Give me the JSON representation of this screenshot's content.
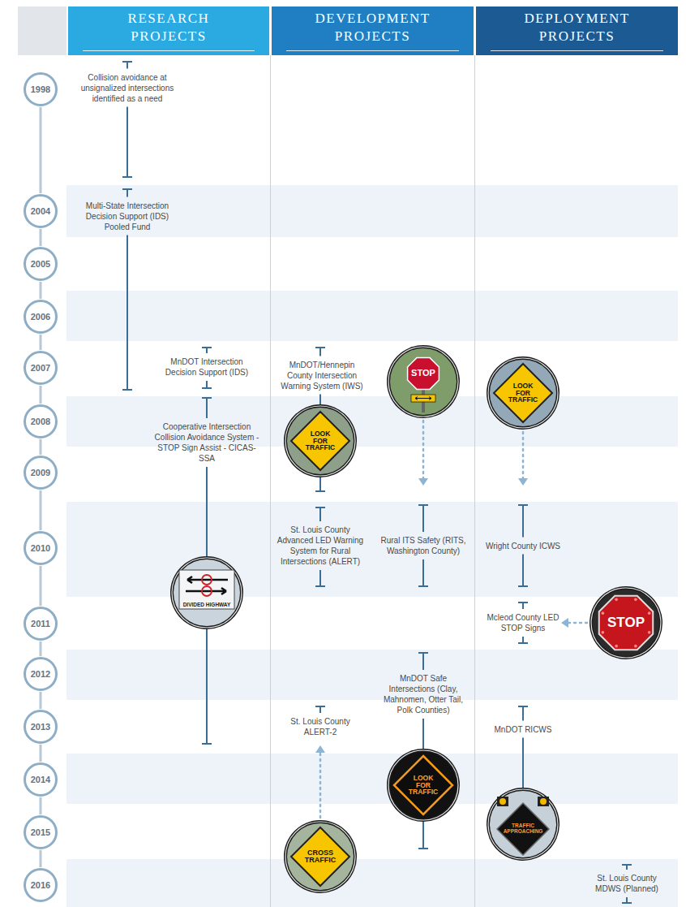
{
  "diagram": {
    "nodes": [
      {
        "text": [
          "RESEARCH PROJECTS"
        ]
      },
      {
        "text": [
          "DEVELOPMENT PROJECTS"
        ]
      },
      {
        "text": [
          "DEPLOYMENT PROJECTS"
        ]
      },
      {
        "text": [
          "1998"
        ]
      },
      {
        "text": [
          "2004"
        ]
      },
      {
        "text": [
          "2005"
        ]
      },
      {
        "text": [
          "2006"
        ]
      },
      {
        "text": [
          "2007"
        ]
      },
      {
        "text": [
          "2008"
        ]
      },
      {
        "text": [
          "2009"
        ]
      },
      {
        "text": [
          "2010"
        ]
      },
      {
        "text": [
          "2011"
        ]
      },
      {
        "text": [
          "2012"
        ]
      },
      {
        "text": [
          "2013"
        ]
      },
      {
        "text": [
          "2014"
        ]
      },
      {
        "text": [
          "2015"
        ]
      },
      {
        "text": [
          "2016"
        ]
      }
    ],
    "edges": [
      {
        "from": 3,
        "to": 4,
        "arrow": "none"
      },
      {
        "from": 4,
        "to": 5,
        "arrow": "none"
      },
      {
        "from": 5,
        "to": 6,
        "arrow": "none"
      },
      {
        "from": 6,
        "to": 7,
        "arrow": "none"
      },
      {
        "from": 7,
        "to": 8,
        "arrow": "none"
      },
      {
        "from": 8,
        "to": 9,
        "arrow": "none"
      },
      {
        "from": 9,
        "to": 10,
        "arrow": "none"
      },
      {
        "from": 10,
        "to": 11,
        "arrow": "none"
      },
      {
        "from": 11,
        "to": 12,
        "arrow": "none"
      },
      {
        "from": 12,
        "to": 13,
        "arrow": "none"
      },
      {
        "from": 13,
        "to": 14,
        "arrow": "none"
      },
      {
        "from": 14,
        "to": 15,
        "arrow": "none"
      },
      {
        "from": 15,
        "to": 16,
        "arrow": "none"
      }
    ],
    "labels": [
      "Collision avoidance at unsignalized intersections identified as a need",
      "Multi-State Intersection Decision Support (IDS) Pooled Fund",
      "MnDOT Intersection Decision Support (IDS)",
      "Cooperative Intersection Collision Avoidance System - STOP Sign Assist - CICAS-SSA",
      "MnDOT/Hennepin County Intersection Warning System (IWS)",
      "St. Louis County Advanced LED Warning System for Rural Intersections (ALERT)",
      "Rural ITS Safety (RITS, Washington County)",
      "MnDOT Safe Intersections (Clay, Mahnomen, Otter Tail, Polk Counties)",
      "St. Louis County ALERT-2",
      "Wright County ICWS",
      "Mcleod County LED STOP Signs",
      "MnDOT RICWS",
      "St. Louis County MDWS (Planned)",
      "STOP",
      "LOOK FOR TRAFFIC",
      "LOOK FOR TRAFFIC",
      "DIVIDED HIGHWAY",
      "STOP",
      "LOOK FOR TRAFFIC",
      "CROSS TRAFFIC",
      "TRAFFIC APPROACHING"
    ]
  }
}
